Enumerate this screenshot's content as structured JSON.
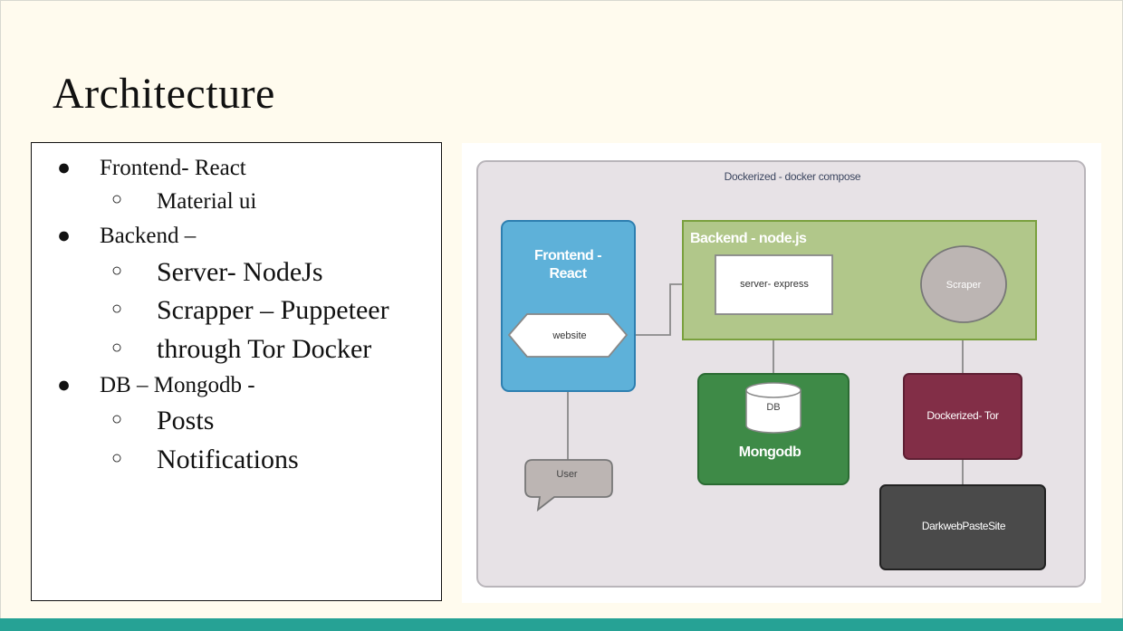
{
  "slide": {
    "title": "Architecture"
  },
  "bullets": [
    {
      "level": 1,
      "text": "Frontend- React"
    },
    {
      "level": 2,
      "text": "Material ui"
    },
    {
      "level": 1,
      "text": "Backend –"
    },
    {
      "level": 2,
      "text": "Server- NodeJs"
    },
    {
      "level": 2,
      "text": "Scrapper – Puppeteer"
    },
    {
      "level": 2,
      "text": "through Tor Docker"
    },
    {
      "level": 1,
      "text": "DB – Mongodb -"
    },
    {
      "level": 2,
      "text": "Posts"
    },
    {
      "level": 2,
      "text": "Notifications"
    }
  ],
  "diagram": {
    "container_label": "Dockerized - docker compose",
    "frontend_label_1": "Frontend -",
    "frontend_label_2": "React",
    "website_label": "website",
    "backend_label": "Backend - node.js",
    "server_label": "server- express",
    "scraper_label": "Scraper",
    "db_label": "DB",
    "mongodb_label": "Mongodb",
    "tor_label": "Dockerized- Tor",
    "user_label": "User",
    "darkweb_label": "DarkwebPasteSite",
    "colors": {
      "frontend": "#5eb1d9",
      "backend": "#b1c78a",
      "mongodb": "#3e8a47",
      "tor": "#822e47",
      "darkweb": "#4a4a4a",
      "scraper": "#bcb5b3",
      "user": "#bcb5b3",
      "container": "#e7e2e6"
    }
  }
}
